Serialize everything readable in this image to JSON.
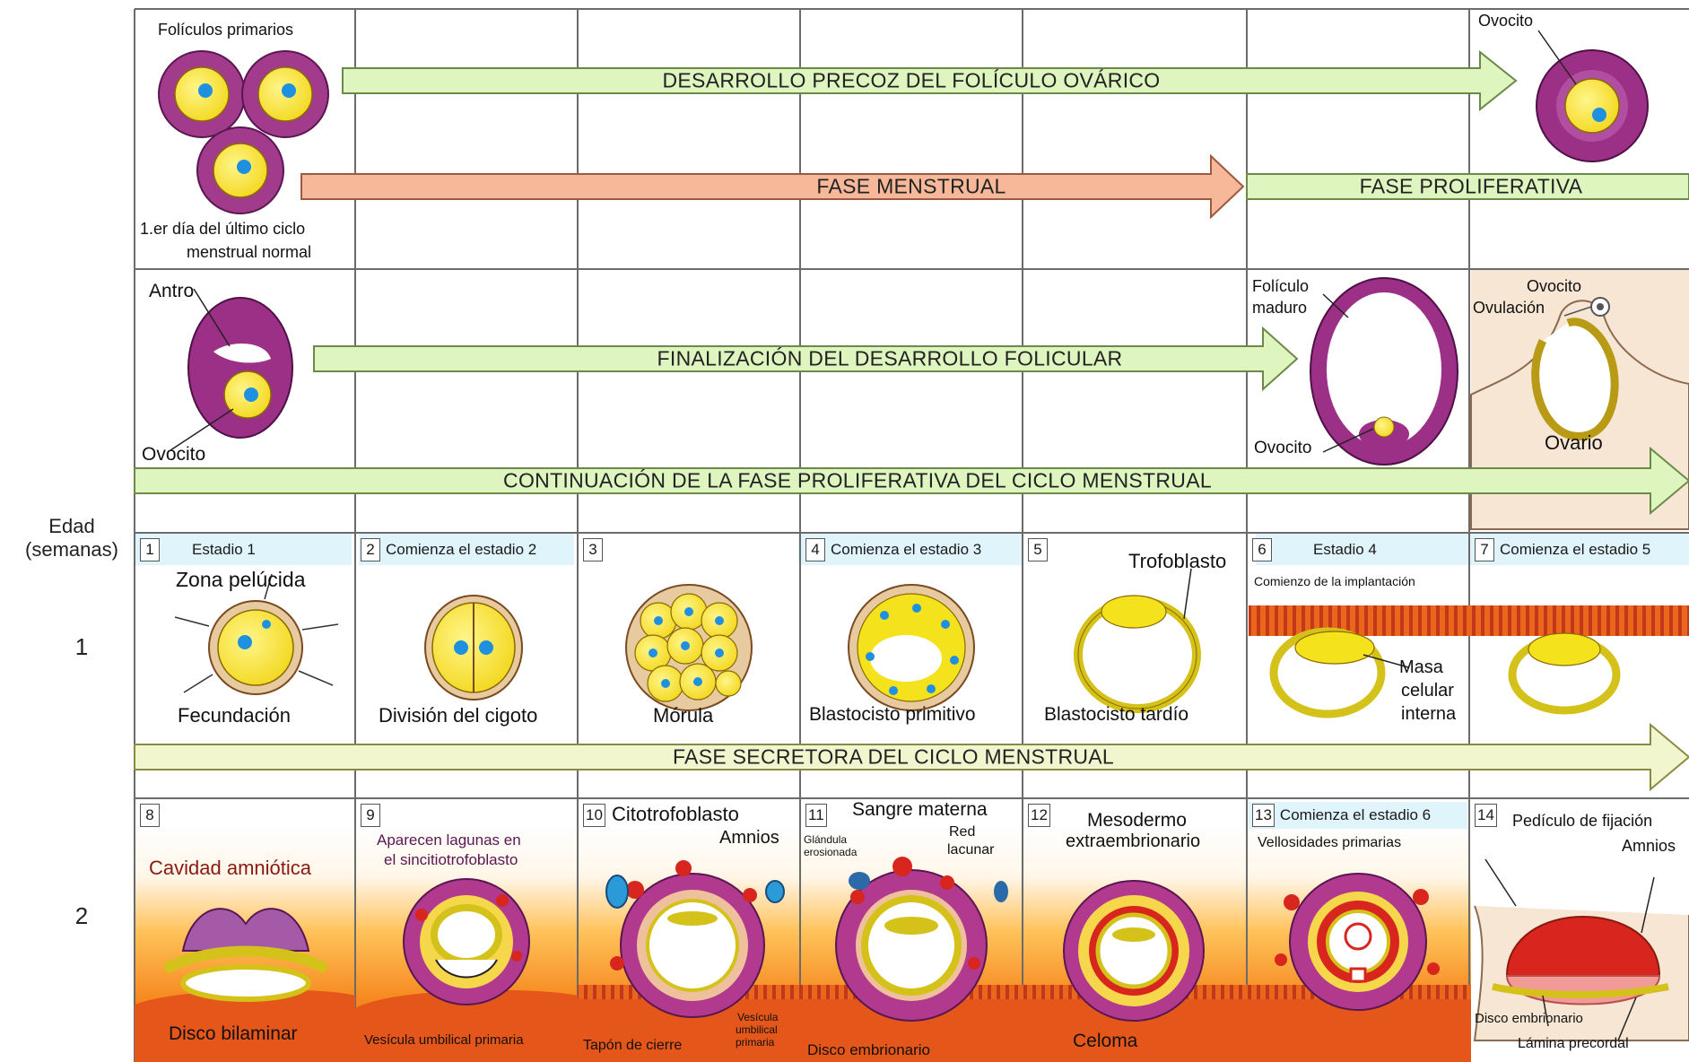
{
  "sidebar": {
    "age_label": "Edad",
    "age_unit": "(semanas)",
    "week1": "1",
    "week2": "2"
  },
  "row1": {
    "primary_follicles": "Folículos primarios",
    "last_cycle_day_line1": "1.er día del último ciclo",
    "last_cycle_day_line2": "menstrual normal",
    "early_follicle_development": "DESARROLLO PRECOZ DEL FOLÍCULO OVÁRICO",
    "menstrual_phase": "FASE MENSTRUAL",
    "proliferative_phase": "FASE PROLIFERATIVA",
    "oocyte": "Ovocito"
  },
  "row2": {
    "antrum": "Antro",
    "oocyte": "Ovocito",
    "follicular_completion": "FINALIZACIÓN DEL DESARROLLO FOLICULAR",
    "mature_follicle_line1": "Folículo",
    "mature_follicle_line2": "maduro",
    "oocyte_right": "Ovocito",
    "oocyte_ovulation": "Ovocito",
    "ovulation": "Ovulación",
    "ovary": "Ovario",
    "continued_proliferative": "CONTINUACIÓN DE LA FASE PROLIFERATIVA DEL CICLO MENSTRUAL"
  },
  "week1": {
    "cells": [
      {
        "num": "1",
        "stage": "Estadio 1",
        "top": "Zona pelúcida",
        "bottom": "Fecundación"
      },
      {
        "num": "2",
        "stage": "Comienza el estadio 2",
        "top": "",
        "bottom": "División del cigoto"
      },
      {
        "num": "3",
        "stage": "",
        "top": "",
        "bottom": "Mórula"
      },
      {
        "num": "4",
        "stage": "Comienza el estadio 3",
        "top": "",
        "bottom": "Blastocisto primitivo"
      },
      {
        "num": "5",
        "stage": "",
        "top": "Trofoblasto",
        "bottom": "Blastocisto tardío"
      },
      {
        "num": "6",
        "stage": "Estadio 4",
        "top": "Comienzo de la implantación",
        "bottom": ""
      },
      {
        "num": "7",
        "stage": "Comienza el estadio 5",
        "top": "",
        "bottom": ""
      }
    ],
    "mass_line1": "Masa",
    "mass_line2": "celular",
    "mass_line3": "interna",
    "secretory_phase": "FASE SECRETORA DEL CICLO MENSTRUAL"
  },
  "week2": {
    "cells": [
      {
        "num": "8"
      },
      {
        "num": "9"
      },
      {
        "num": "10"
      },
      {
        "num": "11"
      },
      {
        "num": "12"
      },
      {
        "num": "13"
      },
      {
        "num": "14"
      }
    ],
    "amniotic_cavity": "Cavidad amniótica",
    "bilaminar_disc": "Disco bilaminar",
    "lacunae_line1": "Aparecen lagunas en",
    "lacunae_line2": "el sincitiotrofoblasto",
    "primary_umbilical_vesicle": "Vesícula umbilical primaria",
    "cytotrophoblast": "Citotrofoblasto",
    "amnion": "Amnios",
    "closing_plug": "Tapón de cierre",
    "vesicle_line1": "Vesícula",
    "vesicle_line2": "umbilical",
    "vesicle_line3": "primaria",
    "maternal_blood": "Sangre materna",
    "eroded_gland_line1": "Glándula",
    "eroded_gland_line2": "erosionada",
    "lacunar_net_line1": "Red",
    "lacunar_net_line2": "lacunar",
    "embryonic_disc": "Disco embrionario",
    "mesoderm_line1": "Mesodermo",
    "mesoderm_line2": "extraembrionario",
    "coelom": "Celoma",
    "stage6": "Comienza el estadio 6",
    "primary_villi": "Vellosidades primarias",
    "connecting_stalk": "Pedículo de fijación",
    "amnion_right": "Amnios",
    "embryonic_disc_right": "Disco embrionario",
    "prechordal_plate": "Lámina precordal"
  },
  "colors": {
    "green_arrow": "#dff5c0",
    "salmon_arrow": "#f7b89a",
    "yellow_arrow": "#f2f6cf",
    "stage_header": "#dff4fb",
    "cell_yellow": "#f4e21c",
    "nucleus_blue": "#1f8fe0",
    "follicle_purple": "#9c2f86",
    "uterine_orange": "#f07a1c",
    "blood_red": "#d8261e",
    "ovary_skin": "#f6e6d3"
  }
}
